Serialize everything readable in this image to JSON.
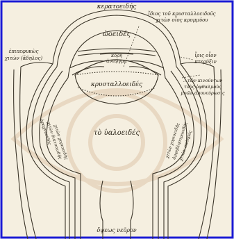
{
  "colors": {
    "border": "#1a1ad4",
    "paper": "#f5efe0",
    "ink": "#3a3428",
    "watermark": "#e9d9c4"
  },
  "labels": {
    "cornea": "κερατοειδής",
    "iris": "ὠοειδές",
    "pupil_line1": "κόρη",
    "pupil_line2": "ἀνεῴγμα",
    "lens": "κρυσταλλοειδές",
    "vitreous": "τὸ ὑαλοειδές",
    "lens_tunic_line1": "ἴδιος τοῦ κρυσταλλοειδοῦς",
    "lens_tunic_line2": "χιτὼν οἷος κρομμύου",
    "conjunctiva_line1": "ἐπιπεφυκὼς",
    "conjunctiva_line2": "χιτὼν (ἄδηλος)",
    "iris_wing_line1": "ἶρις οἷον",
    "iris_wing_line2": "πτερύξιν",
    "muscles_line1": "...τῶν κινούντων",
    "muscles_line2": "τοὺς ὀφθαλμοὺς",
    "muscles_line3": "μυῶν ἀπονεύρωσις",
    "left_wall_1": "ἀραχνοειδής",
    "left_wall_2": "χιτὼν δικτυοειδής",
    "left_wall_3": "χιτὼν χοριοειδής",
    "right_wall_1": "ἀμφιβληστροειδής",
    "right_wall_2": "χιτὼν σκληρός",
    "right_wall_3": "χιτὼν χοριοειδής",
    "optic_nerve": "ὄψεως νεῦρον"
  }
}
